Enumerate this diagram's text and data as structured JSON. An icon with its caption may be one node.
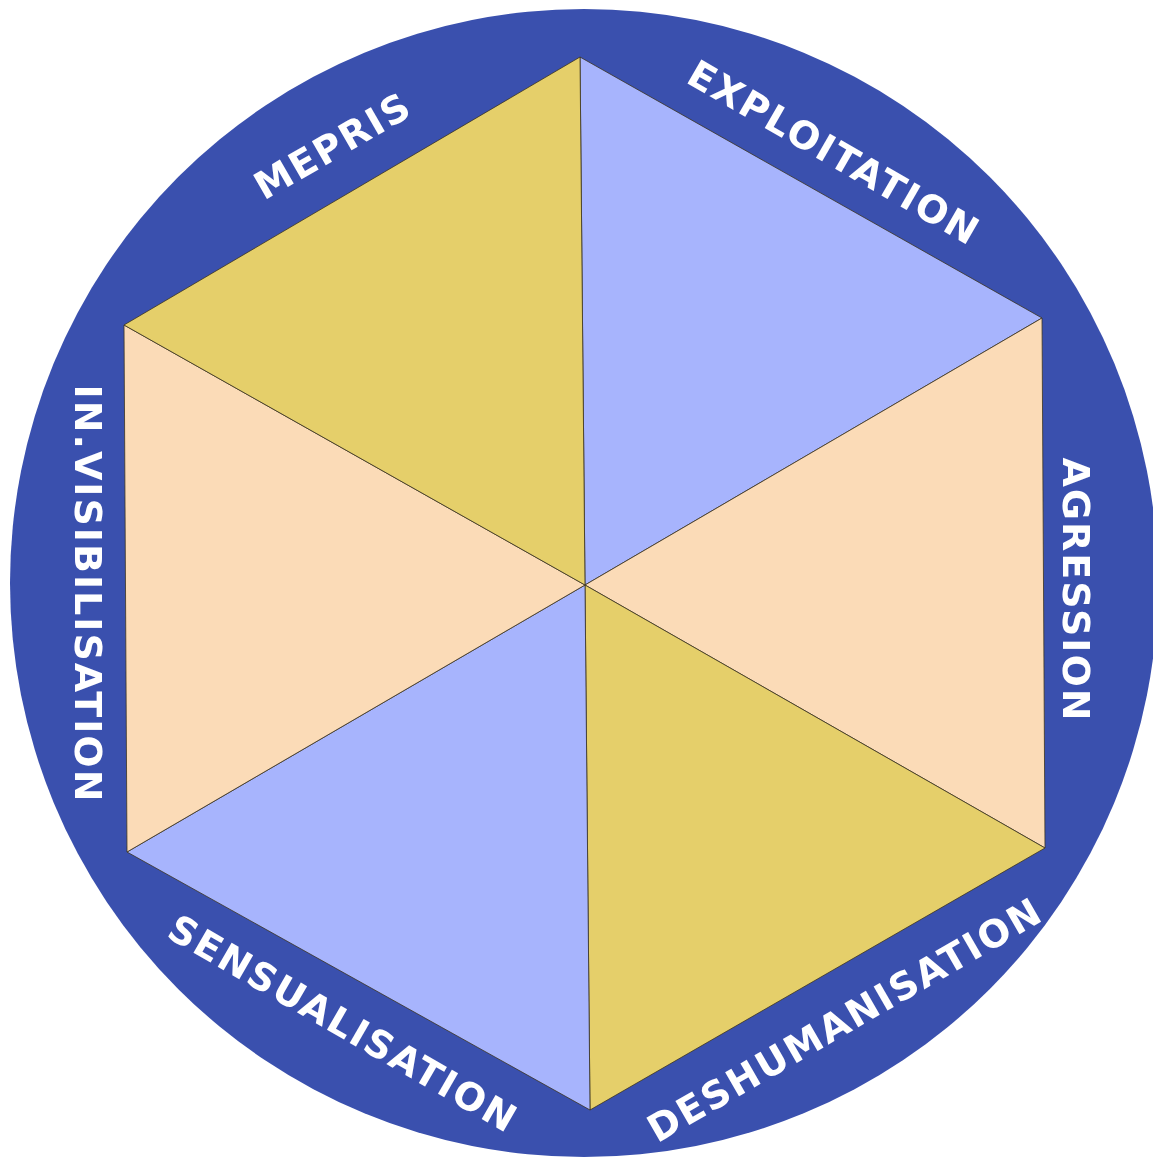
{
  "diagram": {
    "labels": [
      "MEPRIS",
      "EXPLOITATION",
      "IN.VISIBILISATION",
      "AGRESSION",
      "SENSUALISATION",
      "DESHUMANISATION"
    ]
  }
}
